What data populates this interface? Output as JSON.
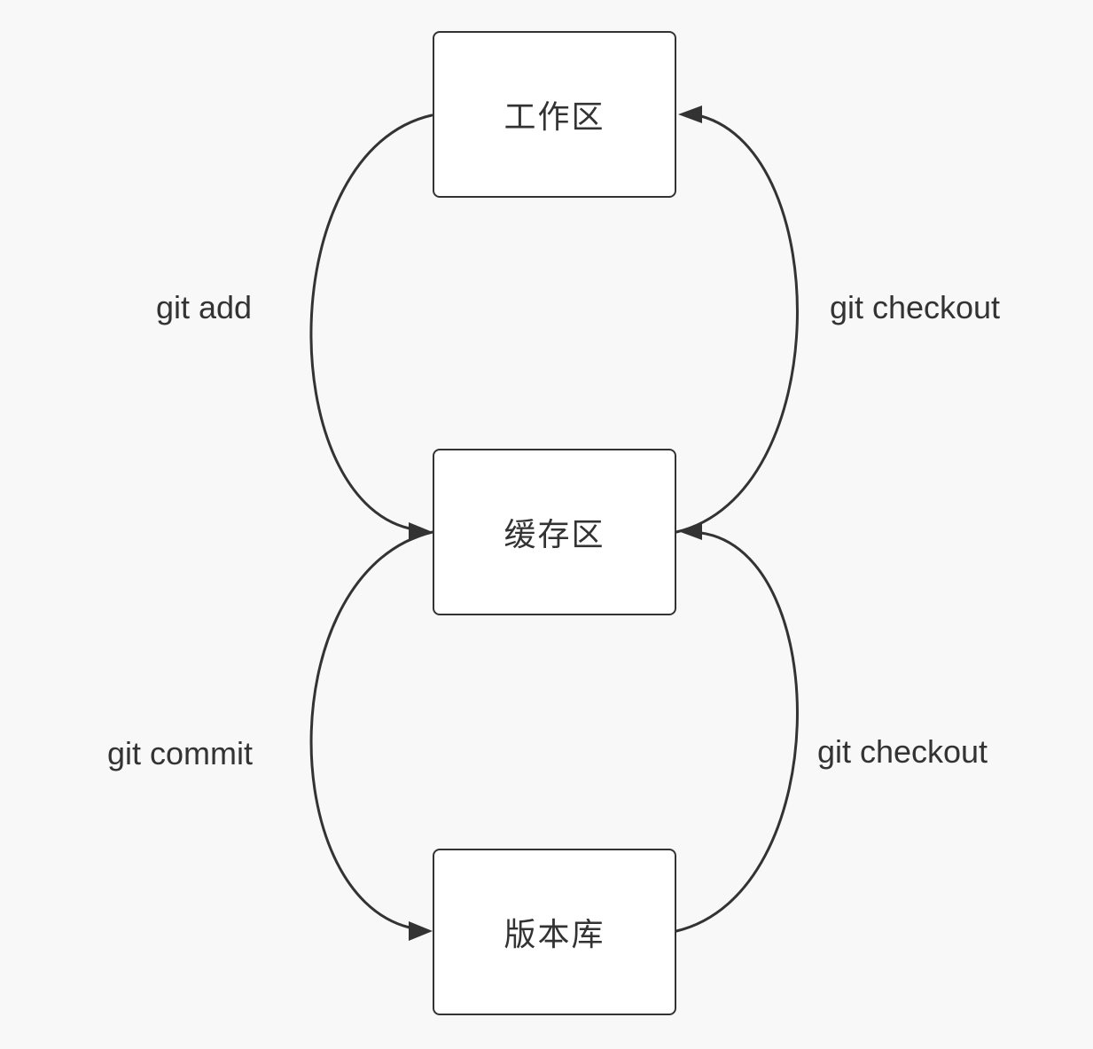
{
  "diagram": {
    "title": "git-areas-flow",
    "colors": {
      "background": "#f8f8f8",
      "stroke": "#333333",
      "node_fill": "#ffffff",
      "text": "#333333"
    },
    "nodes": [
      {
        "id": "working",
        "label": "工作区"
      },
      {
        "id": "staging",
        "label": "缓存区"
      },
      {
        "id": "repository",
        "label": "版本库"
      }
    ],
    "edges": [
      {
        "from": "working",
        "to": "staging",
        "side": "left",
        "label": "git add"
      },
      {
        "from": "staging",
        "to": "working",
        "side": "right",
        "label": "git checkout"
      },
      {
        "from": "staging",
        "to": "repository",
        "side": "left",
        "label": "git commit"
      },
      {
        "from": "repository",
        "to": "staging",
        "side": "right",
        "label": "git checkout"
      }
    ]
  }
}
